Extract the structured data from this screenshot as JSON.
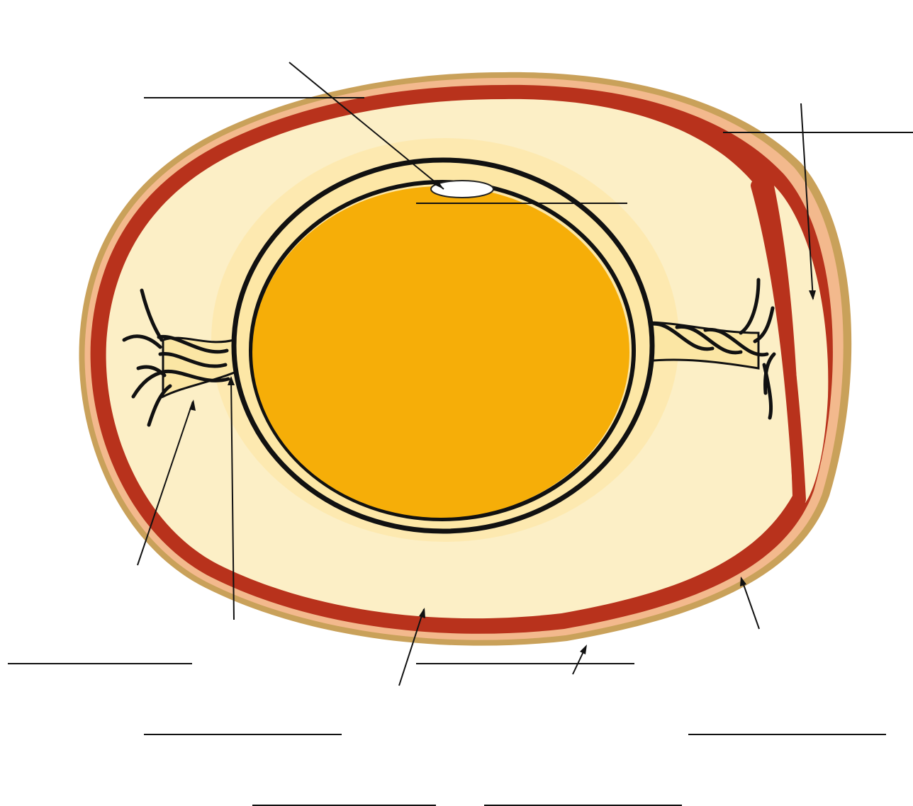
{
  "diagram": {
    "type": "labeling-worksheet",
    "subject_shape": "egg cross-section",
    "labels": [
      {
        "id": "blank-1",
        "text": ""
      },
      {
        "id": "blank-2",
        "text": ""
      },
      {
        "id": "blank-3",
        "text": ""
      },
      {
        "id": "blank-4",
        "text": ""
      },
      {
        "id": "blank-5",
        "text": ""
      },
      {
        "id": "blank-6",
        "text": ""
      },
      {
        "id": "blank-7",
        "text": ""
      },
      {
        "id": "blank-8",
        "text": ""
      },
      {
        "id": "blank-9",
        "text": ""
      },
      {
        "id": "blank-10",
        "text": ""
      }
    ],
    "colors": {
      "shell": "#c9a15a",
      "shell_inner_pink": "#f3b98d",
      "membrane": "#b8321c",
      "albumen": "#fcefc6",
      "chalaza_fill": "#fbe6a4",
      "vitelline_ring": "#fde7a6",
      "yolk": "#f6ae08",
      "outline": "#111111",
      "blastodisc": "#ffffff"
    }
  }
}
